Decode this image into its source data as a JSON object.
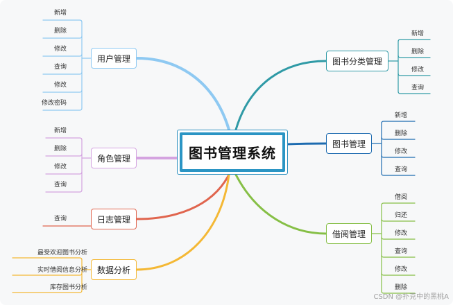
{
  "center": {
    "title": "图书管理系统",
    "color": "#2b95c4"
  },
  "branches": [
    {
      "id": "user",
      "label": "用户管理",
      "color": "#8ec9f2",
      "items": [
        "新增",
        "删除",
        "修改",
        "查询",
        "修改",
        "修改密码"
      ]
    },
    {
      "id": "role",
      "label": "角色管理",
      "color": "#d4a3e0",
      "items": [
        "新增",
        "删除",
        "修改",
        "查询"
      ]
    },
    {
      "id": "log",
      "label": "日志管理",
      "color": "#e0654e",
      "items": [
        "查询"
      ]
    },
    {
      "id": "analysis",
      "label": "数据分析",
      "color": "#f4b835",
      "items": [
        "最受欢迎图书分析",
        "实时借阅信息分析",
        "库存图书分析"
      ]
    },
    {
      "id": "category",
      "label": "图书分类管理",
      "color": "#2f9aa6",
      "items": [
        "新增",
        "删除",
        "修改",
        "查询"
      ]
    },
    {
      "id": "book",
      "label": "图书管理",
      "color": "#1d6bb0",
      "items": [
        "新增",
        "删除",
        "修改",
        "查询"
      ]
    },
    {
      "id": "borrow",
      "label": "借阅管理",
      "color": "#86bf46",
      "items": [
        "借阅",
        "归还",
        "修改",
        "查询",
        "修改",
        "删除"
      ]
    }
  ],
  "watermark": "CSDN @扑克中的黑桃A"
}
